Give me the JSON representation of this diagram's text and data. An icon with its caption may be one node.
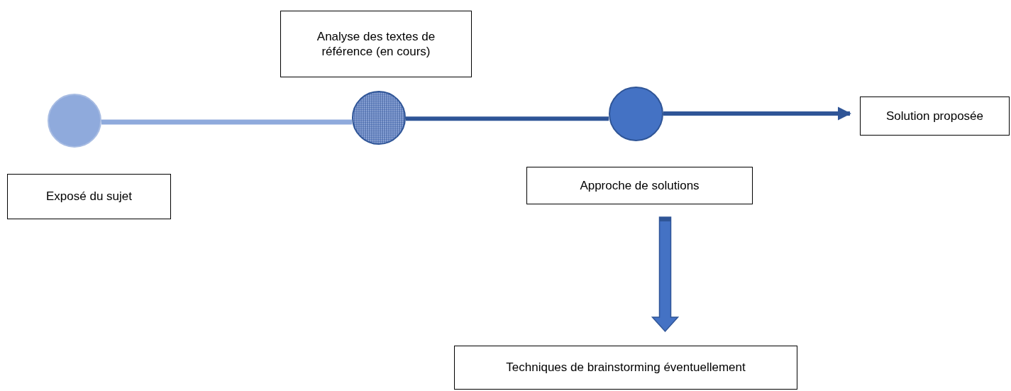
{
  "diagram": {
    "nodes": [
      {
        "text": [],
        "shape": "circle"
      },
      {
        "text": [
          "Exposé du sujet"
        ]
      },
      {
        "text": [
          "Analyse des textes de référence (en cours)"
        ]
      },
      {
        "text": [],
        "shape": "circle"
      },
      {
        "text": [],
        "shape": "circle"
      },
      {
        "text": [
          "Approche de solutions"
        ]
      },
      {
        "text": [
          "Solution proposée"
        ]
      },
      {
        "text": [
          "Techniques de brainstorming éventuellement"
        ]
      }
    ],
    "edges": [
      {
        "from": 0,
        "to": 3,
        "arrow": "none",
        "color": "#8faadc"
      },
      {
        "from": 3,
        "to": 4,
        "arrow": "none"
      },
      {
        "from": 4,
        "to": 6,
        "arrow": "to"
      },
      {
        "from": 5,
        "to": 7,
        "arrow": "to",
        "style": "thick",
        "color": "#4472c4"
      }
    ]
  }
}
